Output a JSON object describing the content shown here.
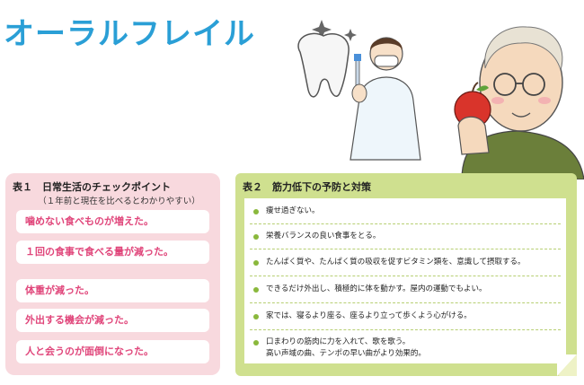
{
  "title": "オーラルフレイル",
  "table1": {
    "heading": "表１　日常生活のチェックポイント",
    "subheading": "（１年前と現在を比べるとわかりやすい）",
    "items": [
      "噛めない食べものが増えた。",
      "１回の食事で食べる量が減った。",
      "体重が減った。",
      "外出する機会が減った。",
      "人と会うのが面倒になった。"
    ]
  },
  "table2": {
    "heading": "表２　筋力低下の予防と対策",
    "items": [
      "痩せ過ぎない。",
      "栄養バランスの良い食事をとる。",
      "たんぱく質や、たんぱく質の吸収を促すビタミン類を、意識して摂取する。",
      "できるだけ外出し、積極的に体を動かす。屋内の運動でもよい。",
      "家では、寝るより座る、座るより立って歩くよう心がける。",
      "口まわりの筋肉に力を入れて、歌を歌う。",
      "高い声域の曲、テンポの早い曲がより効果的。"
    ]
  },
  "colors": {
    "title": "#2a9fd6",
    "table1_bg": "#f8d9de",
    "table1_text": "#e0457a",
    "table2_bg": "#cfe08f",
    "bullet": "#8ab83c"
  }
}
